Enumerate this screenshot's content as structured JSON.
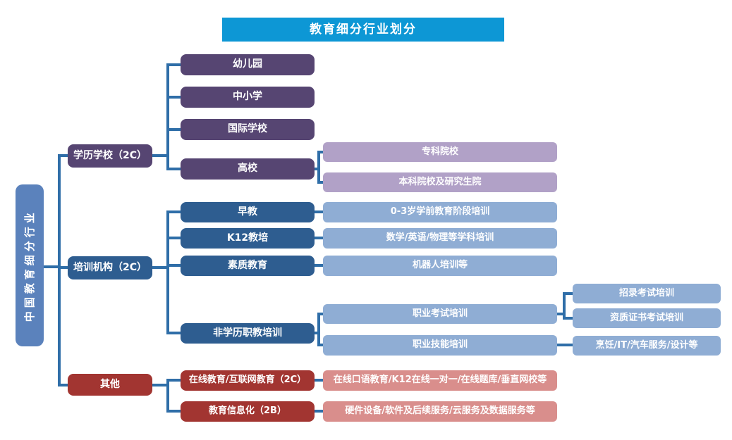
{
  "title": "教育细分行业划分",
  "root_label": "中国教育细分行业",
  "colors": {
    "title_bg": "#0d97d5",
    "root_bg": "#5b82bc",
    "purple_dark": "#564572",
    "purple_light": "#b1a1c7",
    "blue_dark": "#2e5d90",
    "blue_light": "#8fadd4",
    "red_dark": "#a23531",
    "red_light": "#d98e8c",
    "connector": "#2f6ea8",
    "node_text": "#ffffff"
  },
  "nodes": {
    "xueli_xuexiao": {
      "label": "学历学校（2C）"
    },
    "peixun_jigou": {
      "label": "培训机构（2C）"
    },
    "qita": {
      "label": "其他"
    },
    "youeryuan": {
      "label": "幼儿园"
    },
    "zhongxiaoxue": {
      "label": "中小学"
    },
    "guoji_xuexiao": {
      "label": "国际学校"
    },
    "gaoxiao": {
      "label": "高校"
    },
    "zhuanke_yuanxiao": {
      "label": "专科院校"
    },
    "benke_yanjiushengyuan": {
      "label": "本科院校及研究生院"
    },
    "zaojiao": {
      "label": "早教"
    },
    "k12_jiaopei": {
      "label": "K12教培"
    },
    "suzhi_jiaoyu": {
      "label": "素质教育"
    },
    "feixueli_zhijiao": {
      "label": "非学历职教培训"
    },
    "zaojiao_desc": {
      "label": "0-3岁学前教育阶段培训"
    },
    "k12_desc": {
      "label": "数学/英语/物理等学科培训"
    },
    "suzhi_desc": {
      "label": "机器人培训等"
    },
    "zhiye_kaoshi": {
      "label": "职业考试培训"
    },
    "zhiye_jineng": {
      "label": "职业技能培训"
    },
    "zhaolu_kaoshi": {
      "label": "招录考试培训"
    },
    "zizhi_zhengshu": {
      "label": "资质证书考试培训"
    },
    "pengren_it": {
      "label": "烹饪/IT/汽车服务/设计等"
    },
    "zaixian_jiaoyu": {
      "label": "在线教育/互联网教育（2C）"
    },
    "jiaoyu_xinxihua": {
      "label": "教育信息化（2B）"
    },
    "zaixian_desc": {
      "label": "在线口语教育/K12在线一对一/在线题库/垂直网校等"
    },
    "xinxihua_desc": {
      "label": "硬件设备/软件及后续服务/云服务及数据服务等"
    }
  }
}
